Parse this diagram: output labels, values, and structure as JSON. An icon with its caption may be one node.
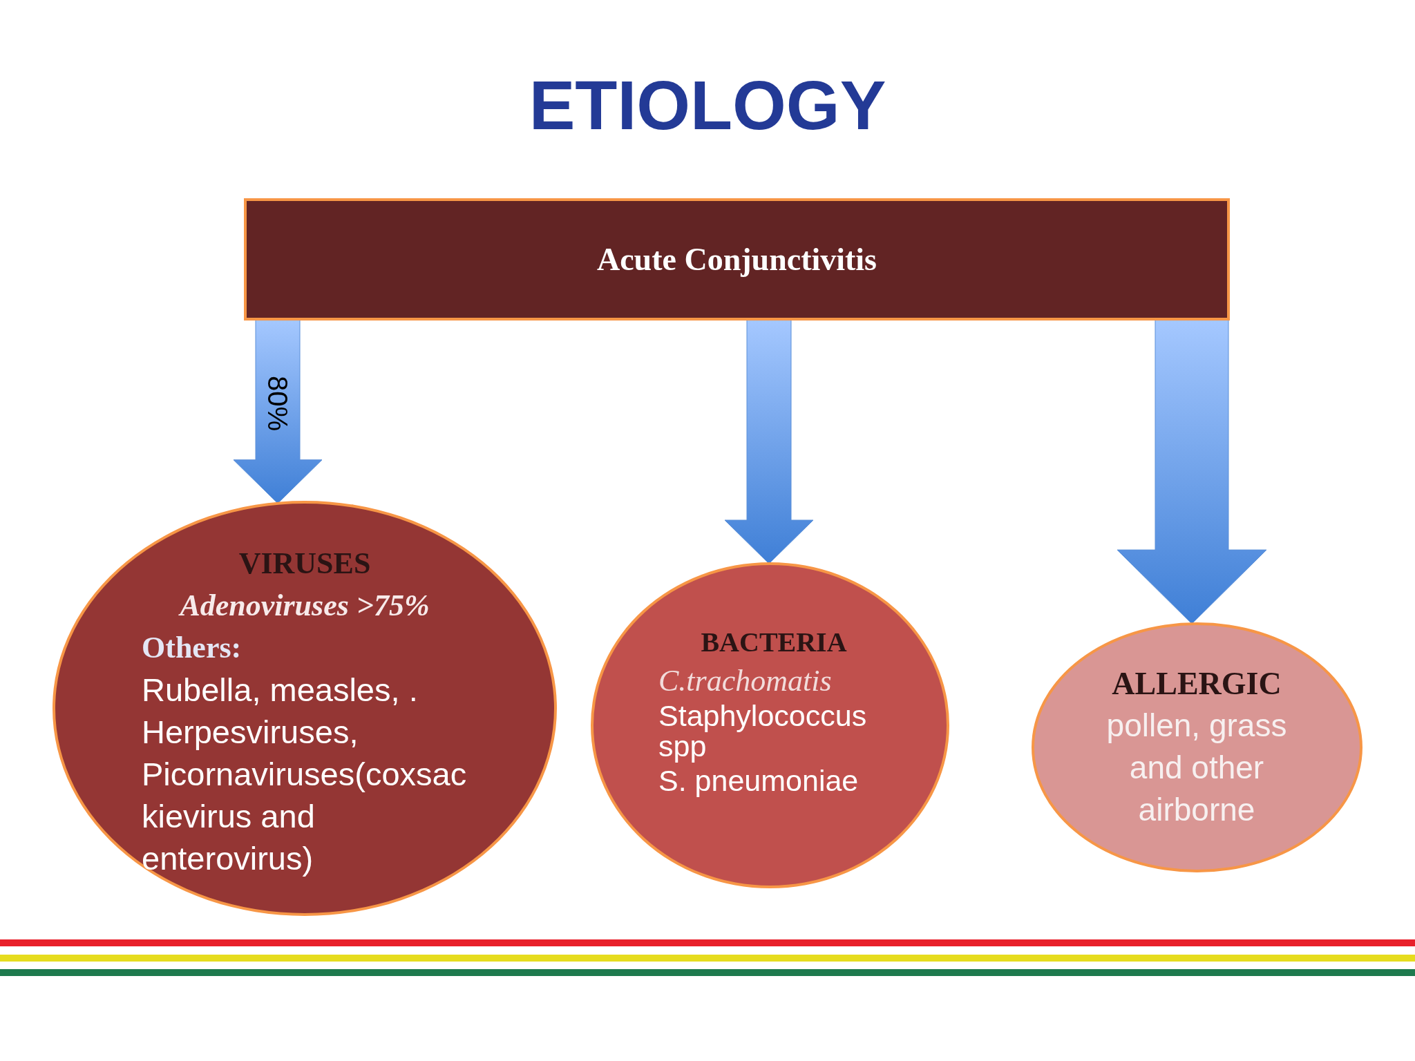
{
  "diagram": {
    "title": "ETIOLOGY",
    "nodes": [
      {
        "text": [
          "Acute Conjunctivitis"
        ]
      },
      {
        "text": [
          "VIRUSES",
          "Adenoviruses >75%",
          "Others:",
          "Rubella, measles, . Herpesviruses, Picornaviruses(coxsackievirus and enterovirus)"
        ]
      },
      {
        "text": [
          "BACTERIA",
          "C.trachomatis",
          "Staphylococcus spp",
          "S. pneumoniae"
        ]
      },
      {
        "text": [
          "ALLERGIC",
          "pollen, grass and other airborne"
        ]
      }
    ],
    "edges": [
      {
        "from": 0,
        "to": 1,
        "arrow": "to",
        "label": "80%"
      },
      {
        "from": 0,
        "to": 2,
        "arrow": "to"
      },
      {
        "from": 0,
        "to": 3,
        "arrow": "to",
        "style": "thick"
      }
    ]
  }
}
